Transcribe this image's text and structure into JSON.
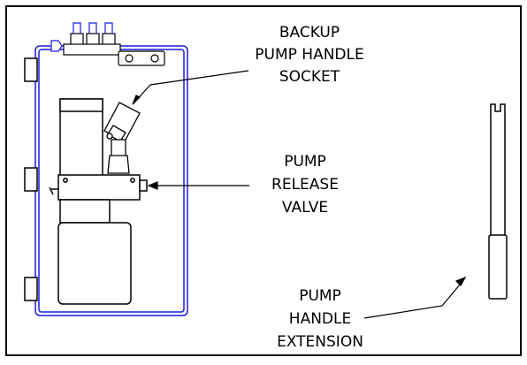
{
  "labels": {
    "backup_socket": [
      "BACKUP",
      "PUMP  HANDLE",
      "SOCKET"
    ],
    "release_valve": [
      "PUMP",
      "RELEASE",
      "VALVE"
    ],
    "handle_extension": [
      "PUMP",
      "HANDLE",
      "EXTENSION"
    ]
  },
  "colors": {
    "enclosure_outline": "#1a1adb",
    "line": "#000000",
    "background": "#ffffff"
  }
}
